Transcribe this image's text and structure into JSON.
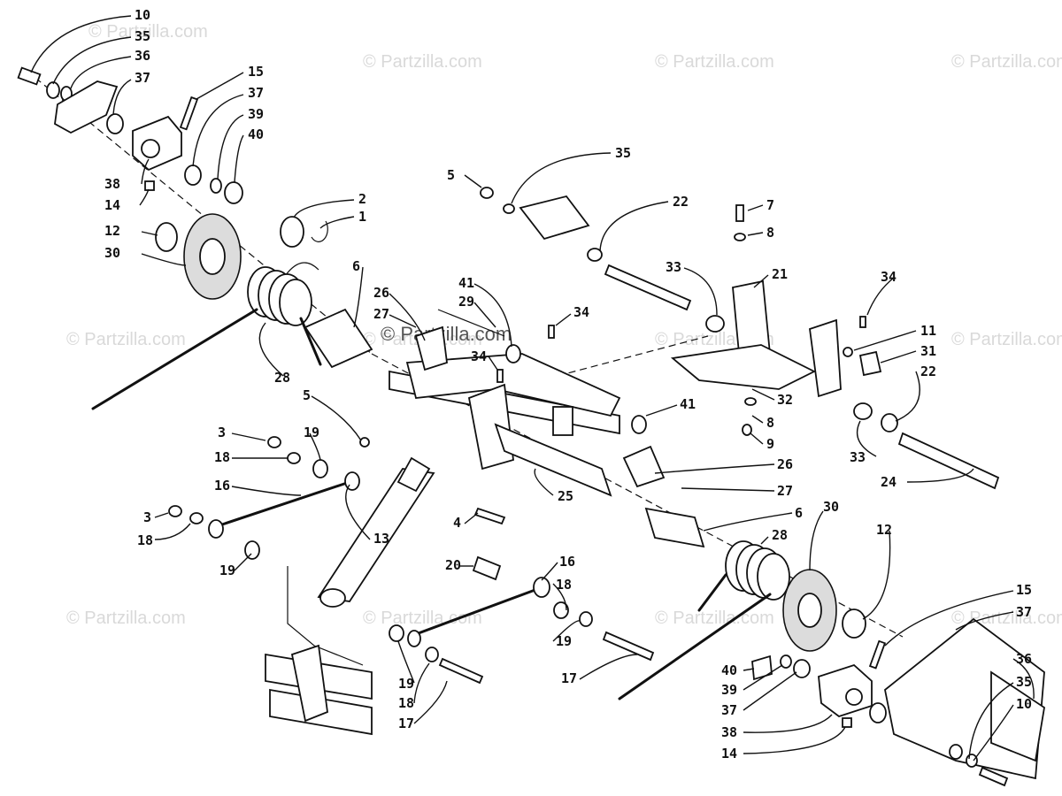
{
  "watermarks": [
    "© Partzilla.com",
    "© Partzilla.com",
    "© Partzilla.com",
    "© Partzilla.com",
    "© Partzilla.com",
    "© Partzilla.com",
    "© Partzilla.com",
    "© Partzilla.com",
    "© Partzilla.com",
    "© Partzilla.com",
    "© Partzilla.com",
    "© Partzilla.com",
    "© Partzilla.com"
  ],
  "callouts": [
    "10",
    "35",
    "36",
    "37",
    "15",
    "37",
    "39",
    "40",
    "38",
    "14",
    "12",
    "30",
    "2",
    "1",
    "5",
    "35",
    "22",
    "7",
    "8",
    "33",
    "21",
    "34",
    "11",
    "31",
    "22",
    "6",
    "26",
    "27",
    "41",
    "29",
    "34",
    "34",
    "28",
    "32",
    "8",
    "9",
    "41",
    "33",
    "24",
    "5",
    "3",
    "19",
    "18",
    "16",
    "13",
    "4",
    "25",
    "26",
    "27",
    "6",
    "3",
    "18",
    "19",
    "20",
    "16",
    "18",
    "19",
    "17",
    "30",
    "12",
    "28",
    "19",
    "18",
    "17",
    "15",
    "37",
    "36",
    "35",
    "10",
    "40",
    "39",
    "37",
    "38",
    "14"
  ],
  "colors": {
    "line": "#111111",
    "watermark": "#d9d9d9",
    "background": "#ffffff"
  }
}
